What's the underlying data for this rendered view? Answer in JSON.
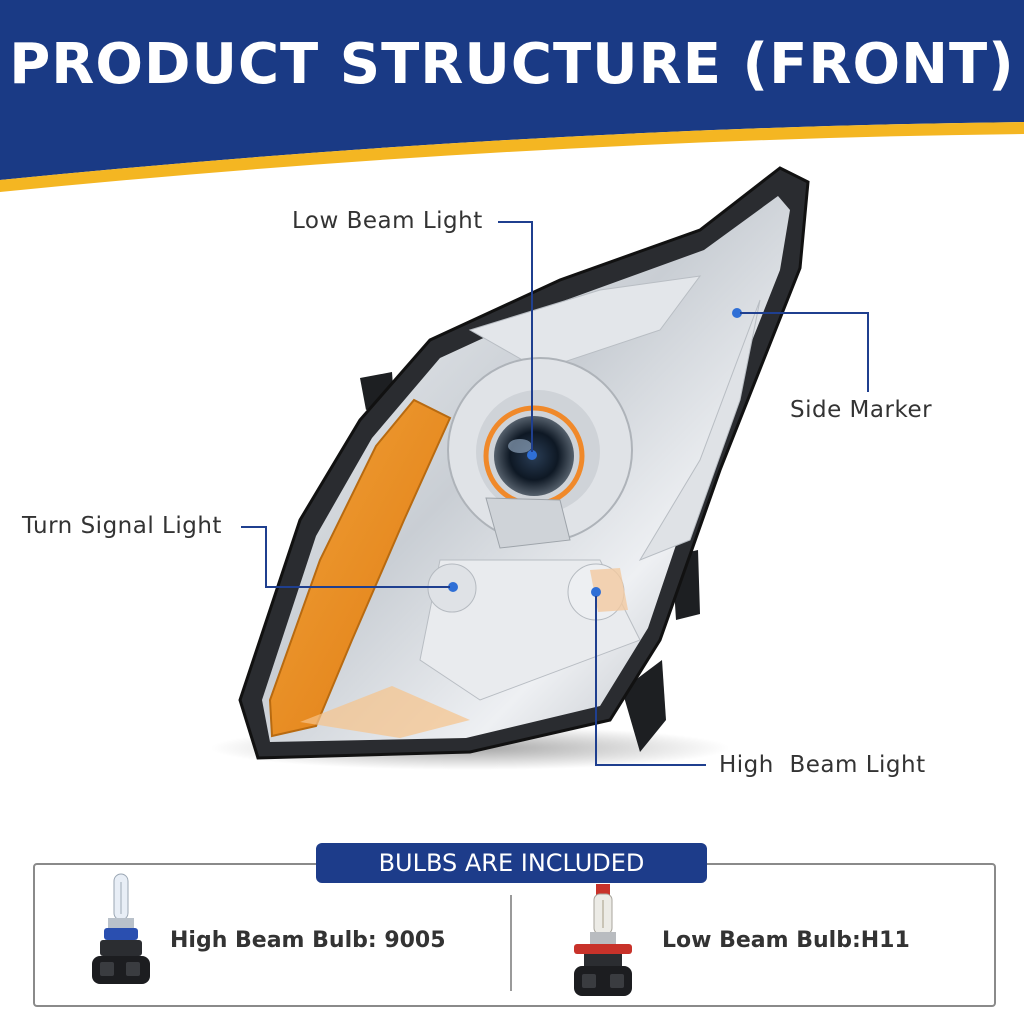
{
  "header": {
    "title": "PRODUCT STRUCTURE (FRONT)",
    "colors": {
      "navy": "#1a3a85",
      "gold": "#f4b622"
    }
  },
  "callouts": {
    "low_beam": "Low Beam Light",
    "side_marker": "Side Marker",
    "turn_signal": "Turn Signal Light",
    "high_beam": "High  Beam Light"
  },
  "bulbs": {
    "section_label": "BULBS ARE INCLUDED",
    "high_beam": "High Beam Bulb: 9005",
    "low_beam": "Low Beam Bulb:H11"
  },
  "icons": [
    "headlight-image",
    "bulb-9005-icon",
    "bulb-h11-icon"
  ],
  "accent_color": "#1d3c8a"
}
